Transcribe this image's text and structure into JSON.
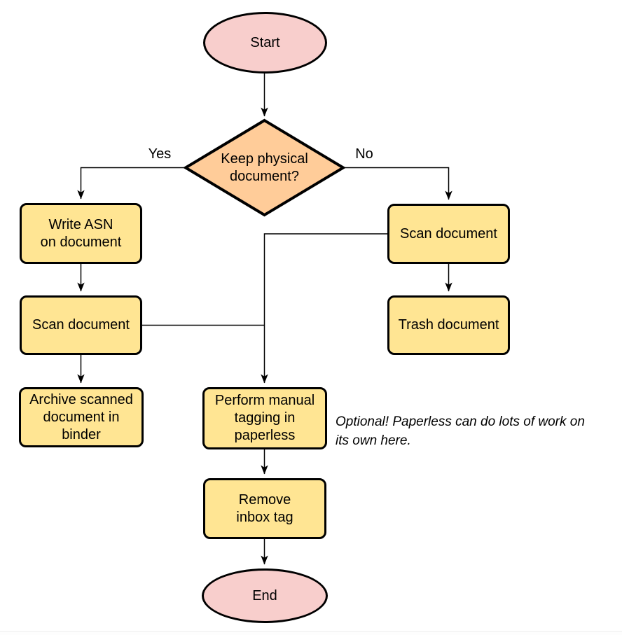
{
  "diagram_type": "flowchart",
  "colors": {
    "terminal_fill": "#F8CECC",
    "decision_fill": "#FFCC99",
    "process_fill": "#FFE593",
    "shape_stroke": "#000000",
    "edge_stroke": "#000000",
    "page_edge_line": "#ECECEC"
  },
  "nodes": {
    "start": {
      "label": "Start",
      "shape": "ellipse"
    },
    "decision": {
      "label": "Keep physical\ndocument?",
      "shape": "diamond"
    },
    "write_asn": {
      "label": "Write ASN\non document",
      "shape": "rounded-rect"
    },
    "scan_left": {
      "label": "Scan document",
      "shape": "rounded-rect"
    },
    "archive": {
      "label": "Archive scanned\ndocument in\nbinder",
      "shape": "rounded-rect"
    },
    "scan_right": {
      "label": "Scan document",
      "shape": "rounded-rect"
    },
    "trash": {
      "label": "Trash document",
      "shape": "rounded-rect"
    },
    "tagging": {
      "label": "Perform manual\ntagging in\npaperless",
      "shape": "rounded-rect"
    },
    "remove_inbox": {
      "label": "Remove\ninbox tag",
      "shape": "rounded-rect"
    },
    "end": {
      "label": "End",
      "shape": "ellipse"
    }
  },
  "edge_labels": {
    "yes": "Yes",
    "no": "No"
  },
  "annotation": {
    "text": "Optional! Paperless can do lots of work on\nits own here."
  }
}
